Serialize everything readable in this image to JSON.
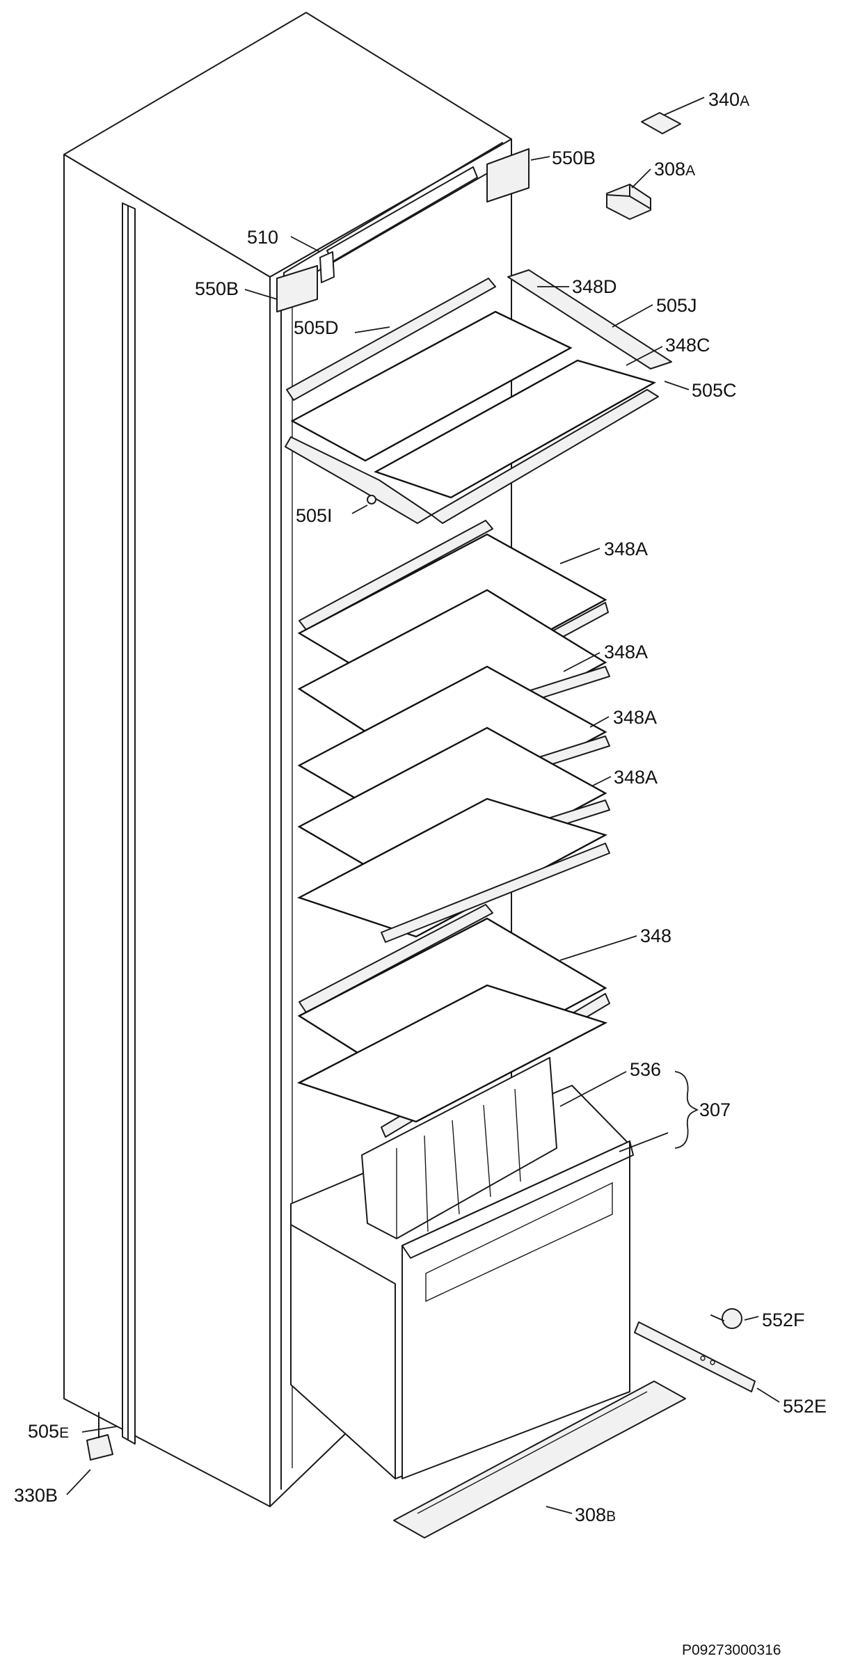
{
  "labels": {
    "l340a": "340",
    "l340a_suffix": "A",
    "l550b_top": "550B",
    "l308a": "308",
    "l308a_suffix": "A",
    "l510": "510",
    "l550b_left": "550B",
    "l348d": "348D",
    "l505j": "505J",
    "l505d": "505D",
    "l348c": "348C",
    "l505c": "505C",
    "l505i": "505I",
    "l348a_1": "348A",
    "l348a_2": "348A",
    "l348a_3": "348A",
    "l348a_4": "348A",
    "l348": "348",
    "l536": "536",
    "l307": "307",
    "l552f": "552F",
    "l552e": "552E",
    "l505e": "505",
    "l505e_suffix": "E",
    "l330b": "330B",
    "l308b": "308",
    "l308b_suffix": "B"
  },
  "drawing_code": "P09273000316"
}
